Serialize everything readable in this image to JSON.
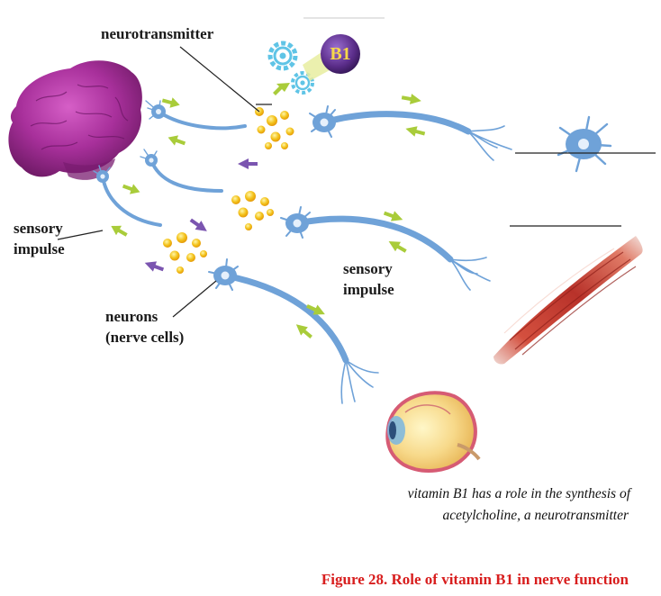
{
  "labels": {
    "neurotransmitter": "neurotransmitter",
    "sensory_impulse_left_1": "sensory",
    "sensory_impulse_left_2": "impulse",
    "sensory_impulse_mid_1": "sensory",
    "sensory_impulse_mid_2": "impulse",
    "neurons_1": "neurons",
    "neurons_2": "(nerve cells)",
    "vitamin_badge": "B1"
  },
  "note": {
    "line1": "vitamin B1 has a role in the synthesis  of",
    "line2": "acetylcholine, a neurotransmitter"
  },
  "caption": {
    "text": "Figure 28. Role of vitamin B1 in nerve function"
  },
  "colors": {
    "caption": "#d81e1e",
    "brain": "#9c2a8f",
    "neuron": "#6fa2d8",
    "neurotransmitter": "#f3c21a",
    "arrow_green": "#a9cc3a",
    "arrow_purple": "#7b55b0",
    "muscle": "#c63a2e",
    "badge": "#5b2d8a"
  }
}
